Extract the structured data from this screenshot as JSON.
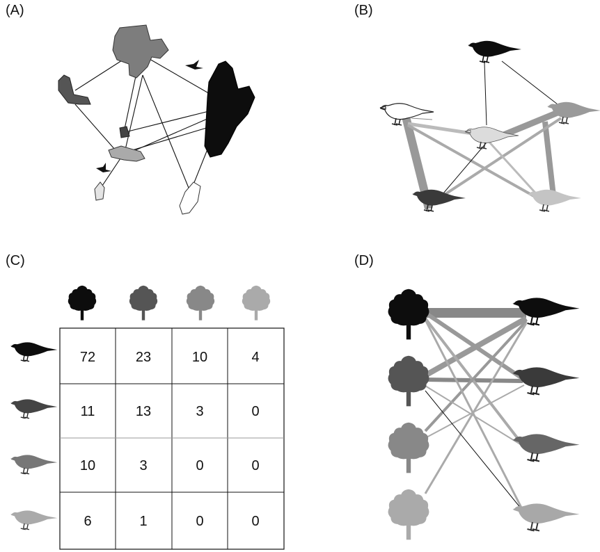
{
  "panels": {
    "a": {
      "label": "(A)"
    },
    "b": {
      "label": "(B)"
    },
    "c": {
      "label": "(C)"
    },
    "d": {
      "label": "(D)"
    }
  },
  "colors": {
    "black": "#0d0d0d",
    "dark": "#3a3a3a",
    "mid": "#5e5e5e",
    "gray": "#7a7a7a",
    "light": "#a9a9a9",
    "lighter": "#c8c8c8",
    "white": "#ffffff",
    "link": "#9a9a9a"
  },
  "matrix": {
    "rows": [
      [
        72,
        23,
        10,
        4
      ],
      [
        11,
        13,
        3,
        0
      ],
      [
        10,
        3,
        0,
        0
      ],
      [
        6,
        1,
        0,
        0
      ]
    ]
  }
}
